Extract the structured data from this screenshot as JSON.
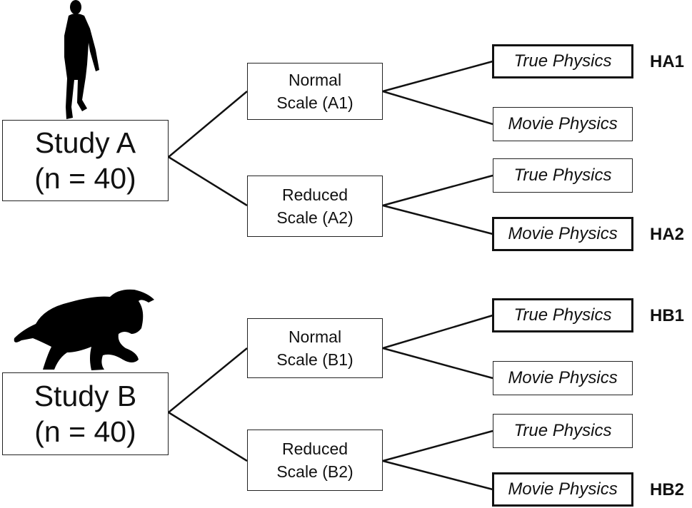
{
  "studies": [
    {
      "title": "Study A",
      "sample": "(n = 40)",
      "silhouette": "human-figure",
      "conditions": [
        {
          "line1": "Normal",
          "line2": "Scale (A1)",
          "outcomes": [
            {
              "label": "True Physics",
              "emphasized": true,
              "hypothesis": "HA1"
            },
            {
              "label": "Movie Physics",
              "emphasized": false,
              "hypothesis": ""
            }
          ]
        },
        {
          "line1": "Reduced",
          "line2": "Scale (A2)",
          "outcomes": [
            {
              "label": "True Physics",
              "emphasized": false,
              "hypothesis": ""
            },
            {
              "label": "Movie Physics",
              "emphasized": true,
              "hypothesis": "HA2"
            }
          ]
        }
      ]
    },
    {
      "title": "Study B",
      "sample": "(n = 40)",
      "silhouette": "cat-figure",
      "conditions": [
        {
          "line1": "Normal",
          "line2": "Scale (B1)",
          "outcomes": [
            {
              "label": "True Physics",
              "emphasized": true,
              "hypothesis": "HB1"
            },
            {
              "label": "Movie Physics",
              "emphasized": false,
              "hypothesis": ""
            }
          ]
        },
        {
          "line1": "Reduced",
          "line2": "Scale (B2)",
          "outcomes": [
            {
              "label": "True Physics",
              "emphasized": false,
              "hypothesis": ""
            },
            {
              "label": "Movie Physics",
              "emphasized": true,
              "hypothesis": "HB2"
            }
          ]
        }
      ]
    }
  ],
  "colors": {
    "line": "#111111",
    "silhouette": "#000000"
  }
}
